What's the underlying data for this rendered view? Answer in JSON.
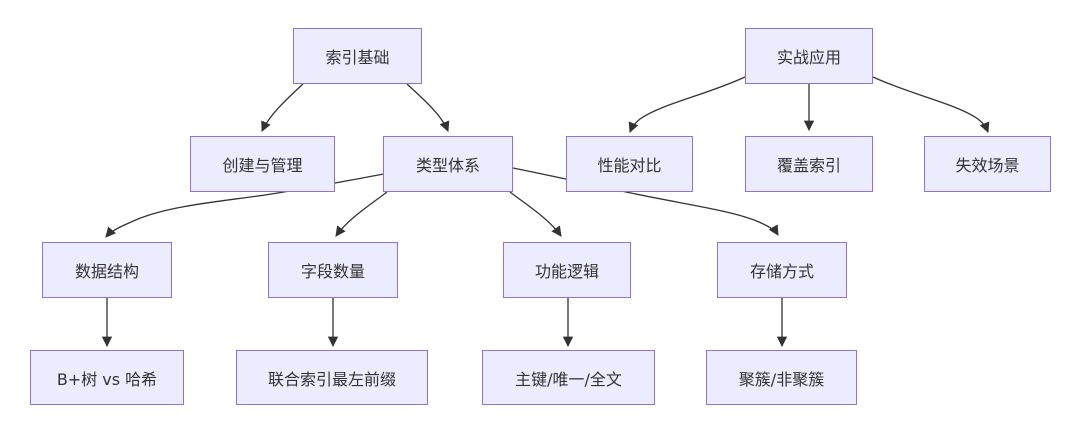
{
  "diagram": {
    "type": "flowchart",
    "direction": "top-down",
    "nodes": [
      {
        "id": "index-basics",
        "label": "索引基础"
      },
      {
        "id": "practical-application",
        "label": "实战应用"
      },
      {
        "id": "create-manage",
        "label": "创建与管理"
      },
      {
        "id": "type-system",
        "label": "类型体系"
      },
      {
        "id": "performance-comparison",
        "label": "性能对比"
      },
      {
        "id": "covering-index",
        "label": "覆盖索引"
      },
      {
        "id": "failure-scenarios",
        "label": "失效场景"
      },
      {
        "id": "data-structure",
        "label": "数据结构"
      },
      {
        "id": "field-count",
        "label": "字段数量"
      },
      {
        "id": "function-logic",
        "label": "功能逻辑"
      },
      {
        "id": "storage-method",
        "label": "存储方式"
      },
      {
        "id": "btree-vs-hash",
        "label": "B+树 vs 哈希"
      },
      {
        "id": "composite-leftmost-prefix",
        "label": "联合索引最左前缀"
      },
      {
        "id": "primary-unique-fulltext",
        "label": "主键/唯一/全文"
      },
      {
        "id": "clustered-nonclustered",
        "label": "聚簇/非聚簇"
      }
    ],
    "edges": [
      {
        "from": "索引基础",
        "to": "创建与管理"
      },
      {
        "from": "索引基础",
        "to": "类型体系"
      },
      {
        "from": "实战应用",
        "to": "性能对比"
      },
      {
        "from": "实战应用",
        "to": "覆盖索引"
      },
      {
        "from": "实战应用",
        "to": "失效场景"
      },
      {
        "from": "类型体系",
        "to": "数据结构"
      },
      {
        "from": "类型体系",
        "to": "字段数量"
      },
      {
        "from": "类型体系",
        "to": "功能逻辑"
      },
      {
        "from": "类型体系",
        "to": "存储方式"
      },
      {
        "from": "数据结构",
        "to": "B+树 vs 哈希"
      },
      {
        "from": "字段数量",
        "to": "联合索引最左前缀"
      },
      {
        "from": "功能逻辑",
        "to": "主键/唯一/全文"
      },
      {
        "from": "存储方式",
        "to": "聚簇/非聚簇"
      }
    ],
    "colors": {
      "background": "#FFFFFF",
      "node_fill": "#ECECFF",
      "node_border": "#9370DB",
      "edge_line": "#333333",
      "text": "#333333"
    }
  }
}
